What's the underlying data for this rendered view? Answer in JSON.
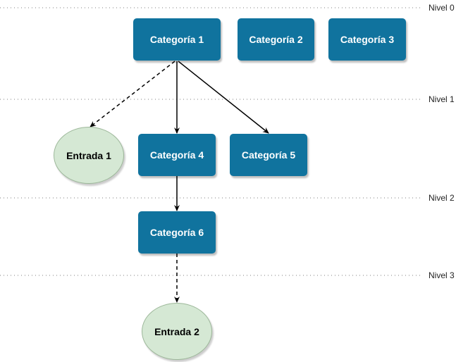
{
  "levels": [
    "Nivel 0",
    "Nivel 1",
    "Nivel 2",
    "Nivel 3"
  ],
  "categories": {
    "c1": "Categoría 1",
    "c2": "Categoría 2",
    "c3": "Categoría 3",
    "c4": "Categoría 4",
    "c5": "Categoría 5",
    "c6": "Categoría 6"
  },
  "entries": {
    "e1": "Entrada 1",
    "e2": "Entrada 2"
  },
  "colors": {
    "category_fill": "#10739e",
    "entry_fill": "#d5e8d4",
    "entry_border": "#9db89a"
  },
  "connections": [
    {
      "from": "Categoría 1",
      "to": "Entrada 1",
      "style": "dashed"
    },
    {
      "from": "Categoría 1",
      "to": "Categoría 4",
      "style": "solid"
    },
    {
      "from": "Categoría 1",
      "to": "Categoría 5",
      "style": "solid"
    },
    {
      "from": "Categoría 4",
      "to": "Categoría 6",
      "style": "solid"
    },
    {
      "from": "Categoría 6",
      "to": "Entrada 2",
      "style": "dashed"
    }
  ]
}
